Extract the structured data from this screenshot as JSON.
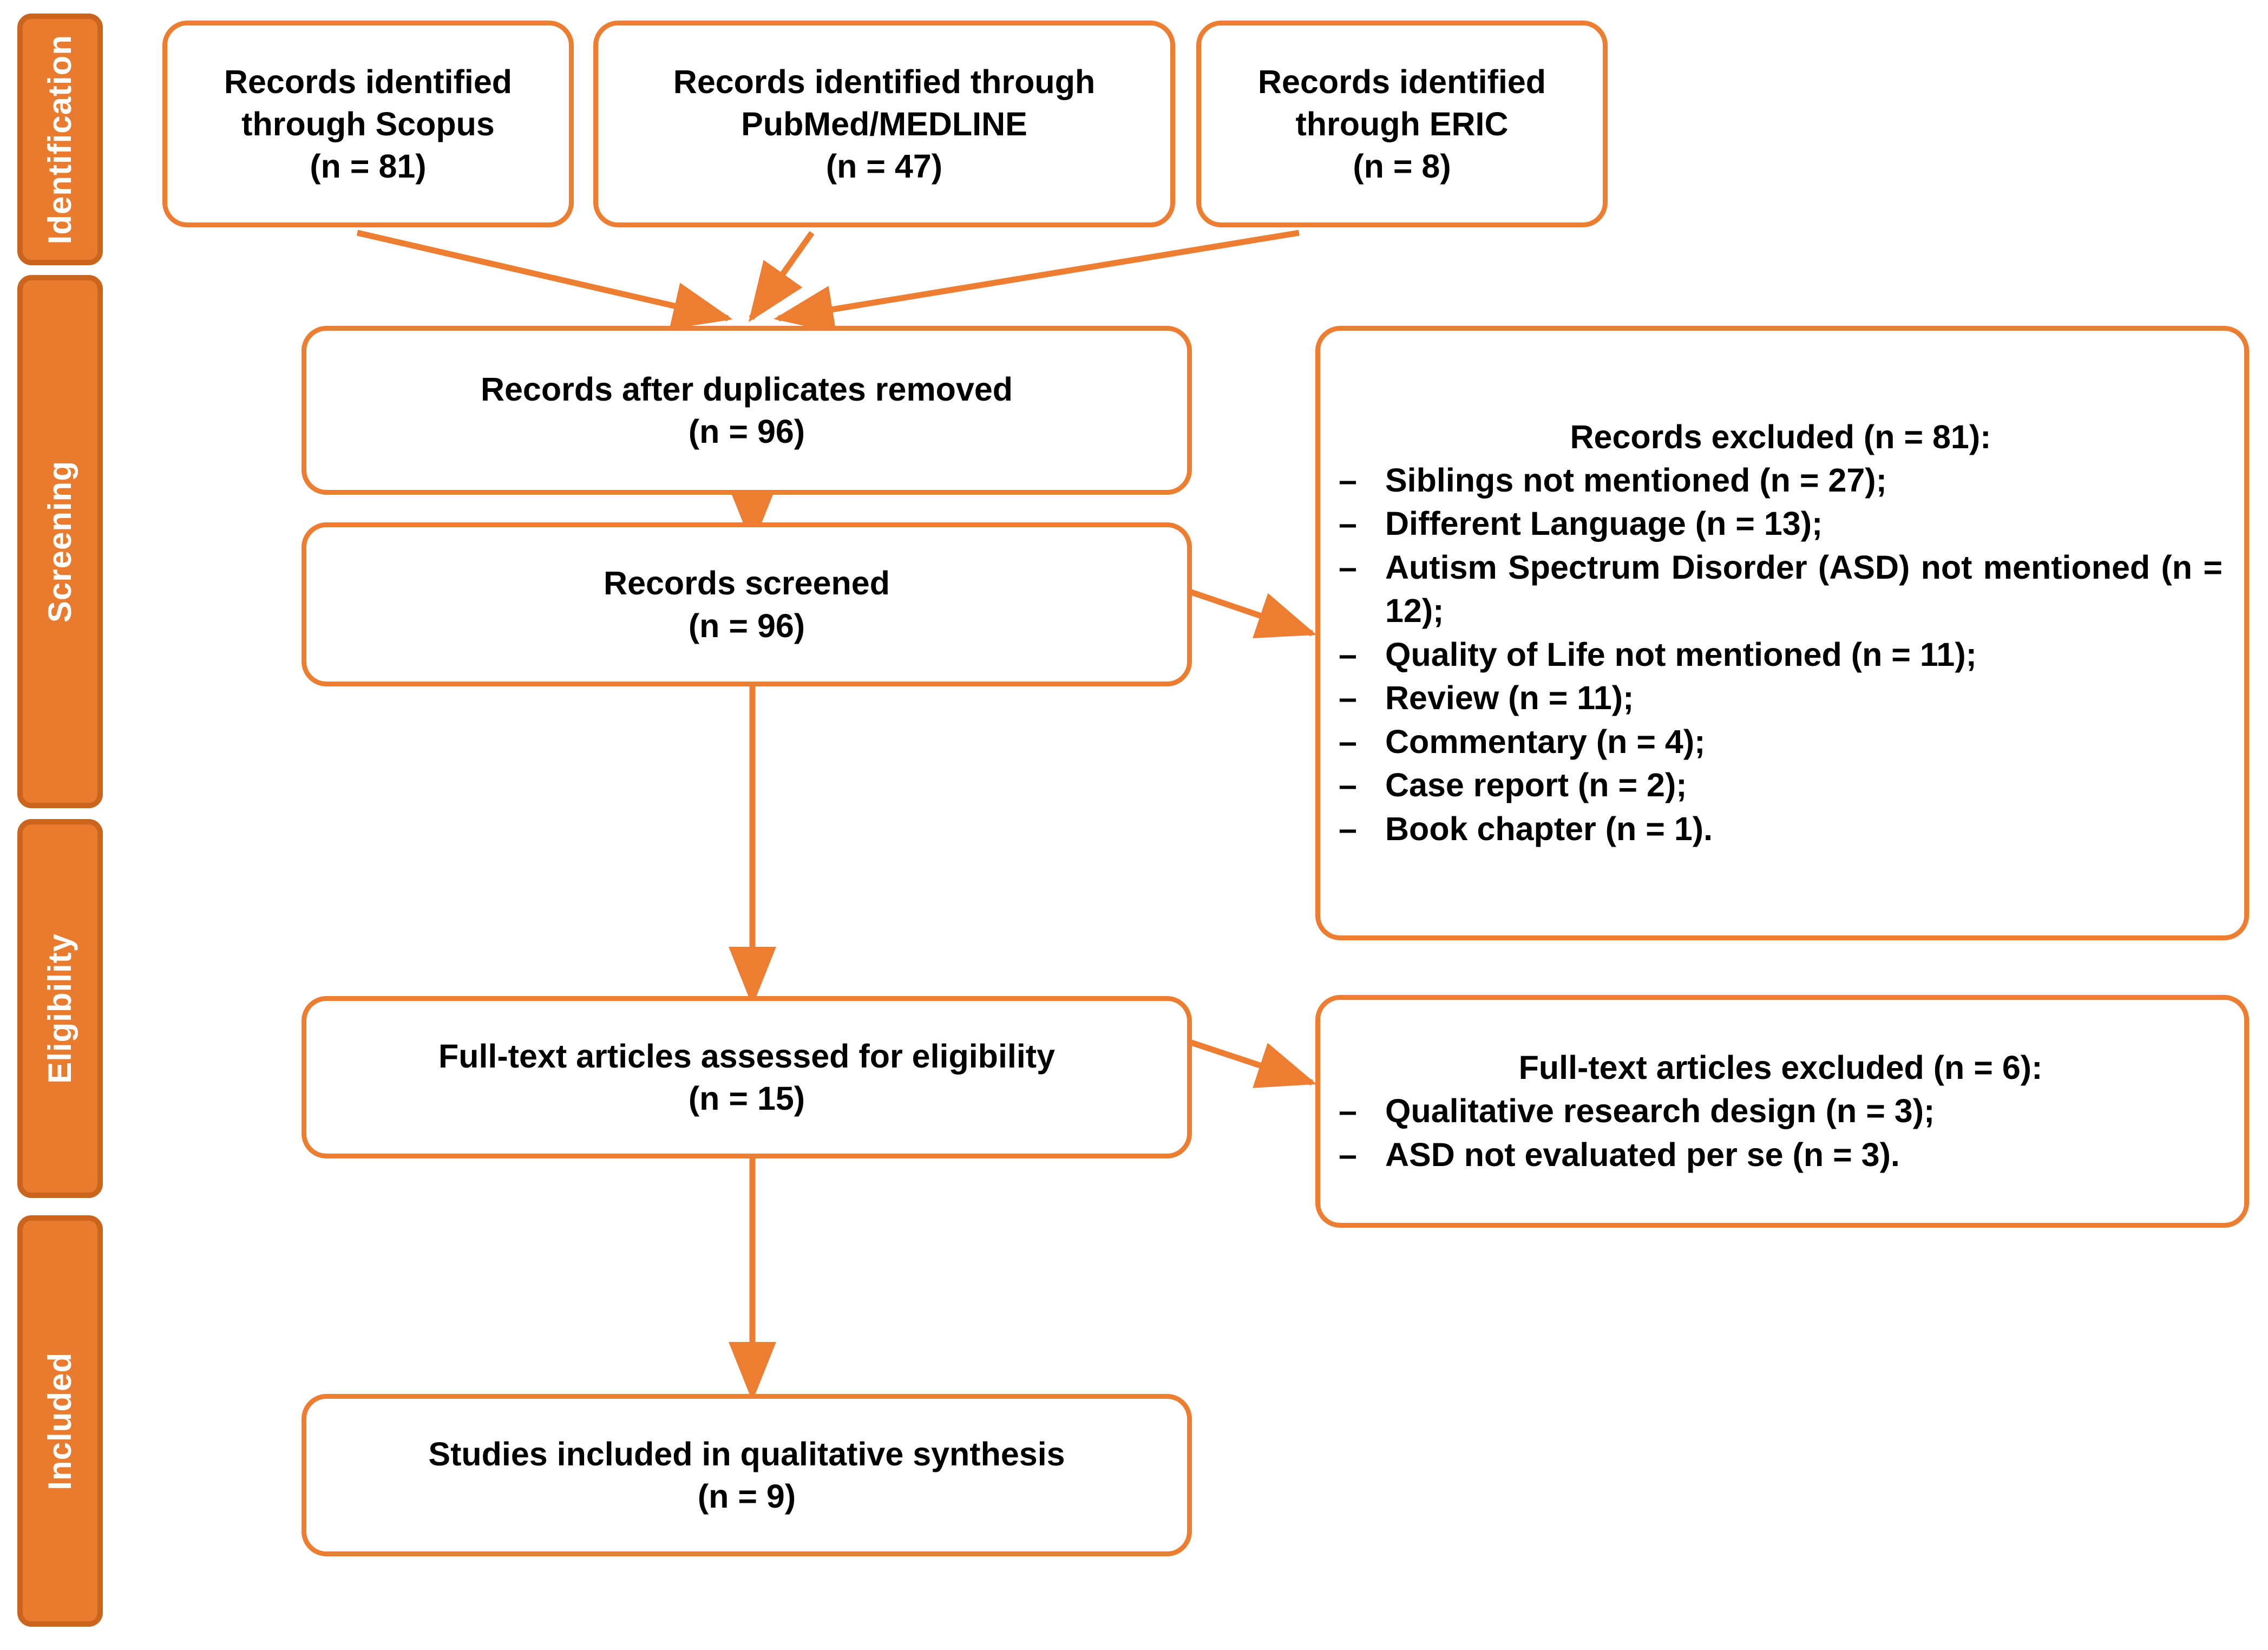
{
  "diagram": {
    "title": "PRISMA flow diagram",
    "accent_color": "#ED7D31",
    "stage_bar_fill": "#E97B2F",
    "stage_bar_edge": "#CB641C",
    "text_color": "#000000"
  },
  "stages": [
    {
      "label": "Identification"
    },
    {
      "label": "Screening"
    },
    {
      "label": "Eligibility"
    },
    {
      "label": "Included"
    }
  ],
  "sources": [
    {
      "line1": "Records identified",
      "line2": "through Scopus",
      "count": "(n = 81)"
    },
    {
      "line1": "Records identified through",
      "line2": "PubMed/MEDLINE",
      "count": "(n = 47)"
    },
    {
      "line1": "Records identified",
      "line2": "through ERIC",
      "count": "(n = 8)"
    }
  ],
  "flow": {
    "duplicates": {
      "line1": "Records after duplicates removed",
      "count": "(n = 96)"
    },
    "screened": {
      "line1": "Records screened",
      "count": "(n = 96)"
    },
    "eligibility": {
      "line1": "Full-text articles assessed for eligibility",
      "count": "(n = 15)"
    },
    "included": {
      "line1": "Studies included in qualitative synthesis",
      "count": "(n = 9)"
    }
  },
  "records_excluded": {
    "heading": "Records excluded (n = 81):",
    "dash": "–",
    "items": [
      "Siblings not mentioned (n = 27);",
      "Different Language (n = 13);",
      "Autism Spectrum Disorder (ASD) not mentioned (n = 12);",
      "Quality of Life not mentioned (n = 11);",
      "Review (n = 11);",
      "Commentary (n = 4);",
      "Case report (n = 2);",
      "Book chapter (n = 1)."
    ]
  },
  "fulltext_excluded": {
    "heading": "Full-text articles excluded (n = 6):",
    "dash": "–",
    "items": [
      "Qualitative research design (n = 3);",
      "ASD not evaluated per se (n = 3)."
    ]
  },
  "chart_data": {
    "type": "diagram",
    "title": "PRISMA flow diagram",
    "nodes": [
      {
        "id": "scopus",
        "stage": "Identification",
        "label": "Records identified through Scopus",
        "n": 81
      },
      {
        "id": "pubmed",
        "stage": "Identification",
        "label": "Records identified through PubMed/MEDLINE",
        "n": 47
      },
      {
        "id": "eric",
        "stage": "Identification",
        "label": "Records identified through ERIC",
        "n": 8
      },
      {
        "id": "duplicates",
        "stage": "Screening",
        "label": "Records after duplicates removed",
        "n": 96
      },
      {
        "id": "screened",
        "stage": "Screening",
        "label": "Records screened",
        "n": 96
      },
      {
        "id": "records_excluded",
        "stage": "Screening",
        "label": "Records excluded",
        "n": 81
      },
      {
        "id": "eligibility",
        "stage": "Eligibility",
        "label": "Full-text articles assessed for eligibility",
        "n": 15
      },
      {
        "id": "fulltext_excluded",
        "stage": "Eligibility",
        "label": "Full-text articles excluded",
        "n": 6
      },
      {
        "id": "included",
        "stage": "Included",
        "label": "Studies included in qualitative synthesis",
        "n": 9
      }
    ],
    "edges": [
      {
        "from": "scopus",
        "to": "duplicates"
      },
      {
        "from": "pubmed",
        "to": "duplicates"
      },
      {
        "from": "eric",
        "to": "duplicates"
      },
      {
        "from": "duplicates",
        "to": "screened"
      },
      {
        "from": "screened",
        "to": "records_excluded"
      },
      {
        "from": "screened",
        "to": "eligibility"
      },
      {
        "from": "eligibility",
        "to": "fulltext_excluded"
      },
      {
        "from": "eligibility",
        "to": "included"
      }
    ],
    "exclusion_breakdown": {
      "records_excluded": [
        {
          "reason": "Siblings not mentioned",
          "n": 27
        },
        {
          "reason": "Different Language",
          "n": 13
        },
        {
          "reason": "Autism Spectrum Disorder (ASD) not mentioned",
          "n": 12
        },
        {
          "reason": "Quality of Life not mentioned",
          "n": 11
        },
        {
          "reason": "Review",
          "n": 11
        },
        {
          "reason": "Commentary",
          "n": 4
        },
        {
          "reason": "Case report",
          "n": 2
        },
        {
          "reason": "Book chapter",
          "n": 1
        }
      ],
      "fulltext_excluded": [
        {
          "reason": "Qualitative research design",
          "n": 3
        },
        {
          "reason": "ASD not evaluated per se",
          "n": 3
        }
      ]
    }
  }
}
